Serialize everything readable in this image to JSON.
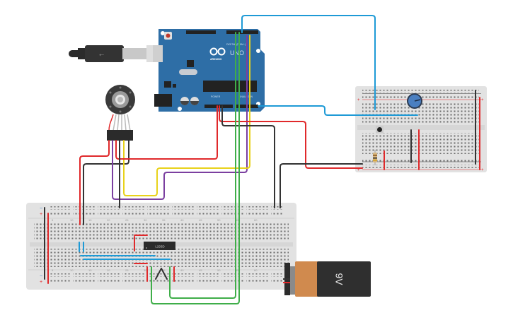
{
  "diagram": {
    "title": "Arduino motor control circuit",
    "components": {
      "arduino": {
        "brand_label": "ARDUINO",
        "model_label": "UNO",
        "header_top_label": "DIGITAL (PWM~)",
        "header_power_label": "POWER",
        "header_analog_label": "ANALOG IN",
        "board_color": "#2e6ea6"
      },
      "usb_cable": {
        "label": "USB cable"
      },
      "motor": {
        "label": "DC motor with encoder"
      },
      "driver_ic": {
        "label": "L293D"
      },
      "battery": {
        "label": "9V",
        "body_color": "#2f2f2f",
        "cap_color": "#d08a4e"
      },
      "potentiometer": {
        "label": "Potentiometer",
        "knob_color": "#4a7fc1"
      },
      "pushbutton": {
        "label": "Pushbutton"
      },
      "resistor": {
        "label": "Resistor"
      },
      "breadboard_small": {
        "label": "Small breadboard"
      },
      "breadboard_large": {
        "label": "Large breadboard",
        "column_labels": [
          "5",
          "10",
          "15",
          "20",
          "25",
          "30",
          "35",
          "40",
          "45",
          "50",
          "55",
          "60"
        ]
      }
    },
    "wire_colors": {
      "red": "#e0292b",
      "black": "#333333",
      "green": "#3fae49",
      "yellow": "#e8d21a",
      "purple": "#7b3fa0",
      "blue": "#1e9ad6"
    }
  }
}
